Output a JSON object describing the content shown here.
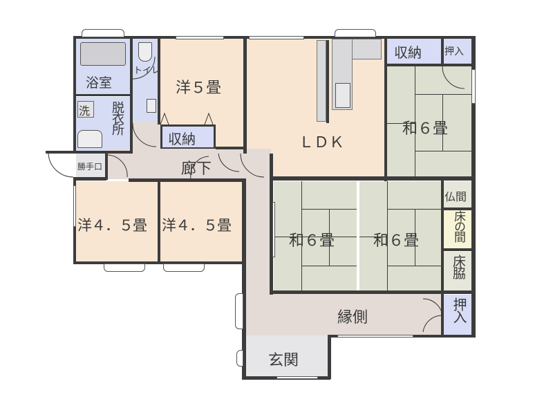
{
  "colors": {
    "western": "#f8e6d2",
    "japanese": "#dde0d0",
    "wet": "#d6dcf4",
    "storage": "#d8dcf6",
    "hall": "#e4dbd7",
    "entrance": "#e6e6e8",
    "kitchen": "#d9d9db",
    "tokonoma": "#f8f4d6",
    "wall": "#3c3c3c"
  },
  "rooms": {
    "bath": "浴室",
    "toilet": "トイレ",
    "wash": "洗",
    "dressing": "脱衣所",
    "western5": "洋５畳",
    "storage_western5": "収納",
    "ldk": "ＬＤＫ",
    "storage_top": "収納",
    "oshiire_top": "押入",
    "japanese6_ne": "和６畳",
    "back_door": "勝手口",
    "corridor": "廊下",
    "western45_left": "洋４．５畳",
    "western45_right": "洋４．５畳",
    "japanese6_center": "和６畳",
    "japanese6_east": "和６畳",
    "butsuma": "仏間",
    "tokonoma": "床の間",
    "tokowaki": "床脇",
    "engawa": "縁側",
    "oshiire_bottom": "押入",
    "entrance": "玄関"
  }
}
